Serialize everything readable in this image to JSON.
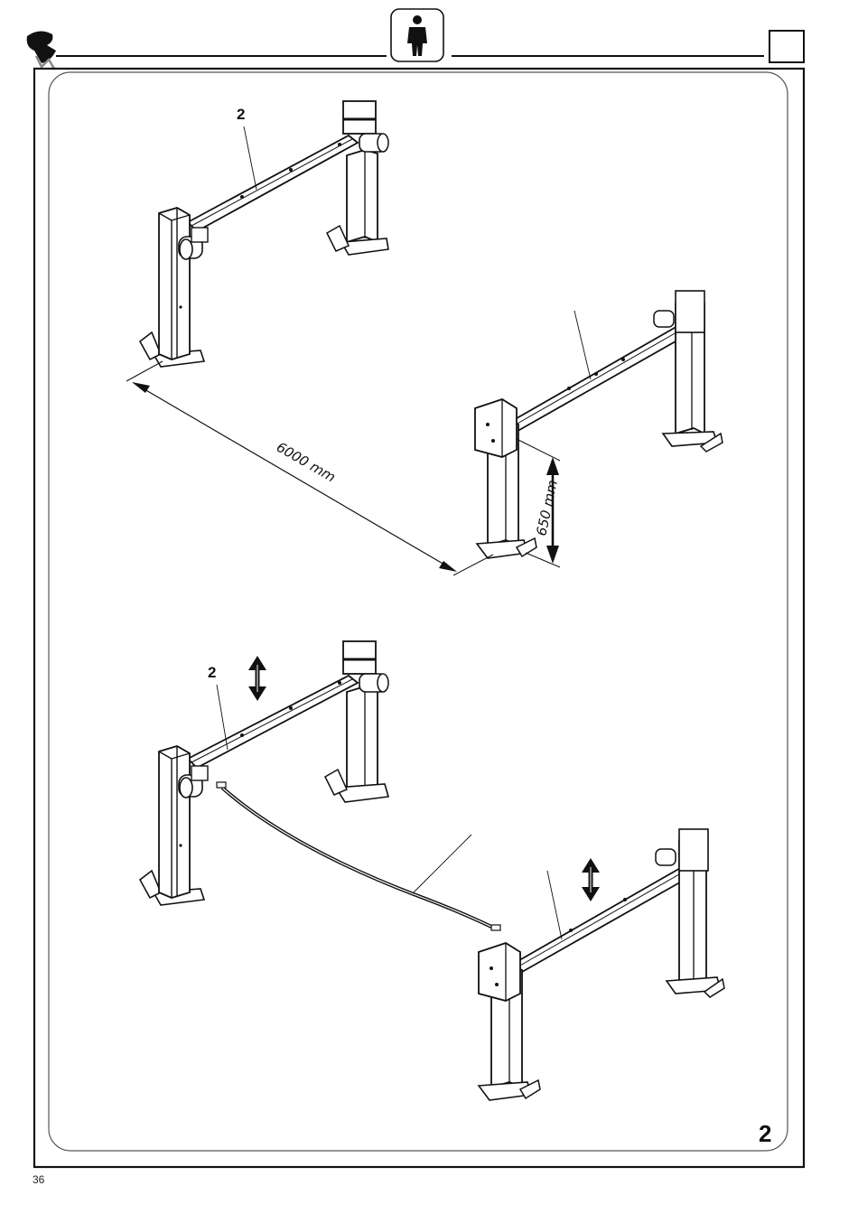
{
  "header": {
    "logo_icon": "brand-logo-icon",
    "operator_icon": "single-operator-icon",
    "empty_box": ""
  },
  "figure1": {
    "callout": "2",
    "width_dimension": "6000 mm",
    "height_dimension": "650 mm"
  },
  "figure2": {
    "callout": "2",
    "arrow_icon": "up-down-arrow-icon"
  },
  "step_number": "2",
  "page_number": "36"
}
